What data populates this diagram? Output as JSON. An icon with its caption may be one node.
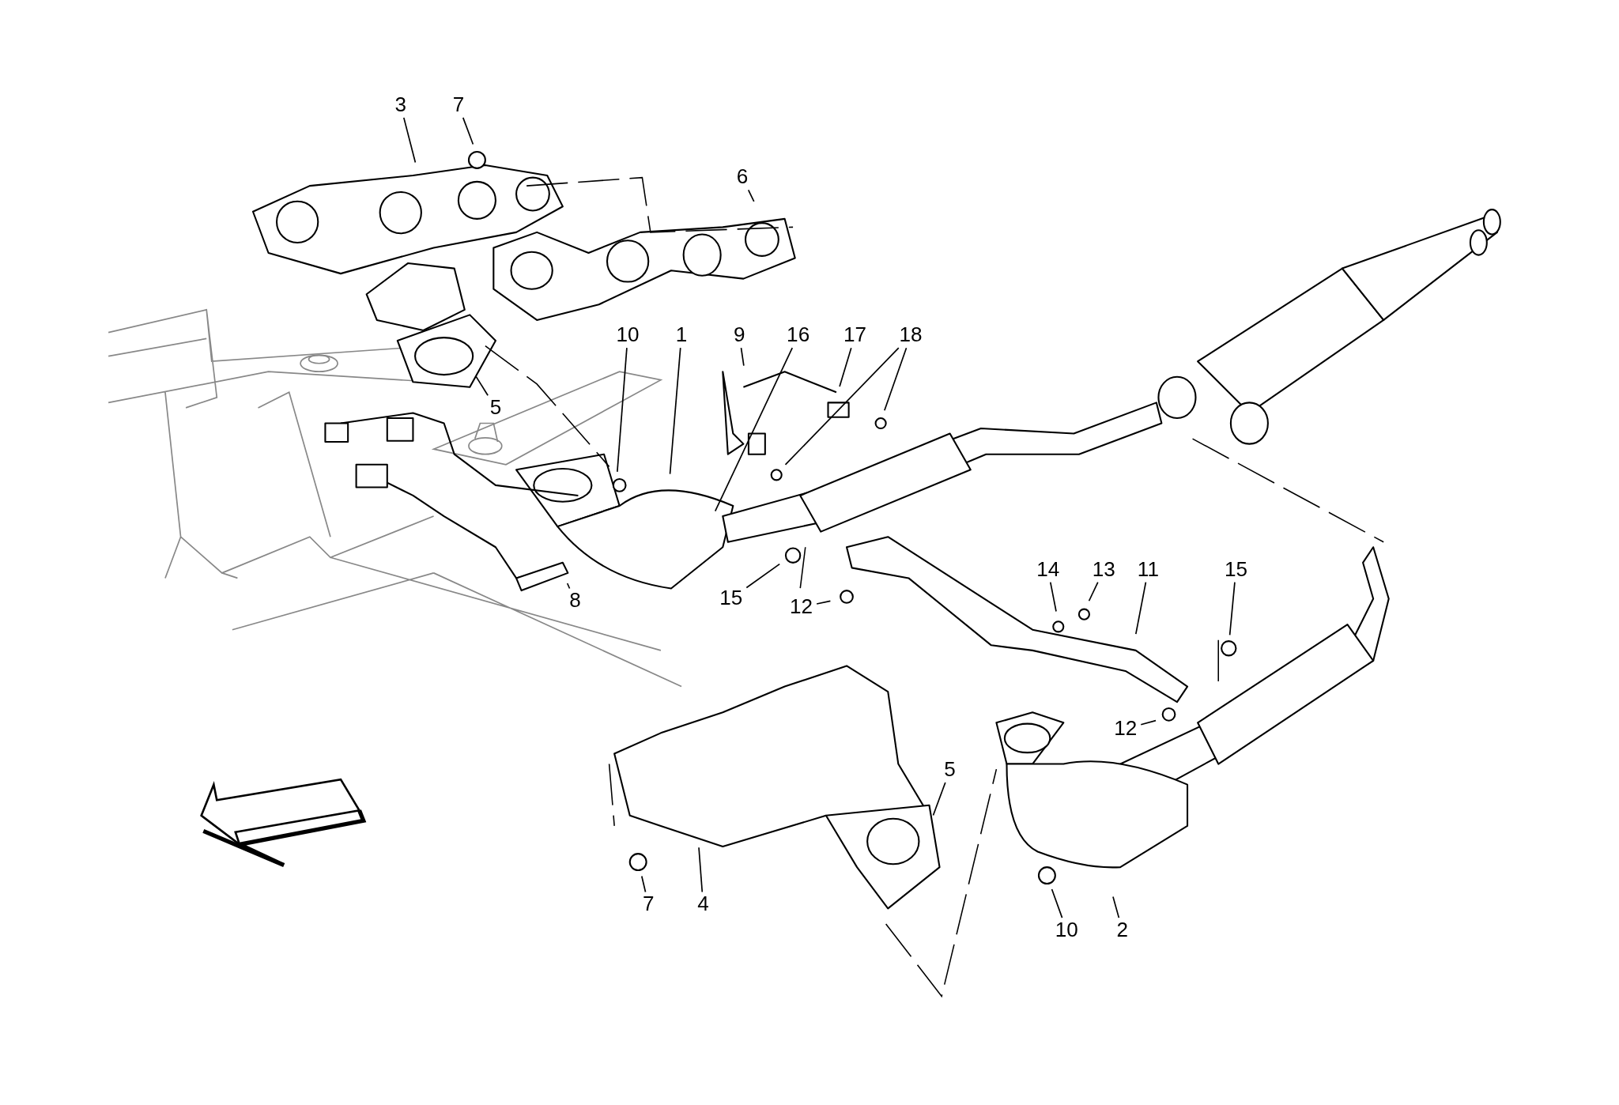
{
  "diagram": {
    "nodes": [
      {
        "text": [
          "3"
        ]
      },
      {
        "text": [
          "7"
        ]
      },
      {
        "text": [
          "6"
        ]
      },
      {
        "text": [
          "10"
        ]
      },
      {
        "text": [
          "1"
        ]
      },
      {
        "text": [
          "9"
        ]
      },
      {
        "text": [
          "16"
        ]
      },
      {
        "text": [
          "17"
        ]
      },
      {
        "text": [
          "18"
        ]
      },
      {
        "text": [
          "5"
        ]
      },
      {
        "text": [
          "14"
        ]
      },
      {
        "text": [
          "13"
        ]
      },
      {
        "text": [
          "11"
        ]
      },
      {
        "text": [
          "15"
        ]
      },
      {
        "text": [
          "8"
        ]
      },
      {
        "text": [
          "15"
        ]
      },
      {
        "text": [
          "12"
        ]
      },
      {
        "text": [
          "12"
        ]
      },
      {
        "text": [
          "5"
        ]
      },
      {
        "text": [
          "7"
        ]
      },
      {
        "text": [
          "4"
        ]
      },
      {
        "text": [
          "10"
        ]
      },
      {
        "text": [
          "2"
        ]
      }
    ],
    "edges": [
      {
        "from": 0,
        "to": null,
        "arrow": "none"
      },
      {
        "from": 1,
        "to": null,
        "arrow": "none"
      },
      {
        "from": 2,
        "to": null,
        "arrow": "none"
      },
      {
        "from": 3,
        "to": null,
        "arrow": "none"
      },
      {
        "from": 4,
        "to": null,
        "arrow": "none"
      },
      {
        "from": 5,
        "to": null,
        "arrow": "none"
      },
      {
        "from": 6,
        "to": null,
        "arrow": "none"
      },
      {
        "from": 7,
        "to": null,
        "arrow": "none"
      },
      {
        "from": 8,
        "to": null,
        "arrow": "none"
      },
      {
        "from": 8,
        "to": null,
        "arrow": "none"
      },
      {
        "from": 9,
        "to": null,
        "arrow": "none"
      },
      {
        "from": 10,
        "to": null,
        "arrow": "none"
      },
      {
        "from": 11,
        "to": null,
        "arrow": "none"
      },
      {
        "from": 12,
        "to": null,
        "arrow": "none"
      },
      {
        "from": 13,
        "to": null,
        "arrow": "none"
      },
      {
        "from": 14,
        "to": null,
        "arrow": "none"
      },
      {
        "from": 15,
        "to": null,
        "arrow": "none"
      },
      {
        "from": 16,
        "to": null,
        "arrow": "none"
      },
      {
        "from": 17,
        "to": null,
        "arrow": "none"
      },
      {
        "from": 18,
        "to": null,
        "arrow": "none"
      },
      {
        "from": 19,
        "to": null,
        "arrow": "none"
      },
      {
        "from": 20,
        "to": null,
        "arrow": "none"
      },
      {
        "from": 21,
        "to": null,
        "arrow": "none"
      },
      {
        "from": 22,
        "to": null,
        "arrow": "none"
      }
    ]
  }
}
